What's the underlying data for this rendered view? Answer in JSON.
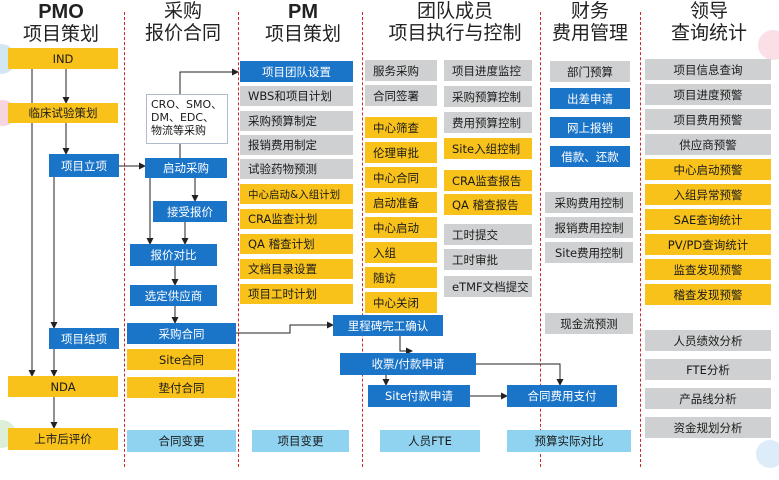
{
  "headers": {
    "pmo": {
      "line1": "PMO",
      "line2": "项目策划"
    },
    "procurement": {
      "line1": "采购",
      "line2": "报价合同"
    },
    "pm": {
      "line1": "PM",
      "line2": "项目策划"
    },
    "team": {
      "line1": "团队成员",
      "line2": "项目执行与控制"
    },
    "finance": {
      "line1": "财务",
      "line2": "费用管理"
    },
    "leader": {
      "line1": "领导",
      "line2": "查询统计"
    }
  },
  "pmo": {
    "ind": "IND",
    "clinical_planning": "临床试验策划",
    "project_setup": "项目立项",
    "project_closing": "项目结项",
    "nda": "NDA",
    "post_market": "上市后评价"
  },
  "procurement": {
    "note": "CRO、SMO、DM、EDC、物流等采购",
    "start_procurement": "启动采购",
    "accept_quote": "接受报价",
    "quote_compare": "报价对比",
    "select_supplier": "选定供应商",
    "procurement_contract": "采购合同",
    "site_contract": "Site合同",
    "advance_contract": "垫付合同",
    "contract_change": "合同变更"
  },
  "pm": {
    "team_setup": "项目团队设置",
    "wbs_plan": "WBS和项目计划",
    "proc_budget": "采购预算制定",
    "reimb_cost": "报销费用制定",
    "drug_forecast": "试验药物预测",
    "center_startup_plan": "中心启动&入组计划",
    "cra_plan": "CRA监查计划",
    "qa_plan": "QA 稽查计划",
    "doc_catalog": "文档目录设置",
    "timesheet_plan": "项目工时计划",
    "project_change": "项目变更"
  },
  "team": {
    "service_proc": "服务采购",
    "contract_sign": "合同签署",
    "center_screening": "中心筛查",
    "ethics_review": "伦理审批",
    "center_contract": "中心合同",
    "startup_prep": "启动准备",
    "center_startup": "中心启动",
    "enrollment": "入组",
    "follow_up": "随访",
    "center_close": "中心关闭",
    "progress_monitor": "项目进度监控",
    "proc_budget_ctrl": "采购预算控制",
    "cost_budget_ctrl": "费用预算控制",
    "site_enroll_ctrl": "Site入组控制",
    "cra_report": "CRA监查报告",
    "qa_report": "QA  稽查报告",
    "timesheet_submit": "工时提交",
    "timesheet_approve": "工时审批",
    "etmf_submit": "eTMF文档提交",
    "milestone_confirm": "里程碑完工确认",
    "pay_request": "收票/付款申请",
    "site_pay_request": "Site付款申请",
    "contract_payment": "合同费用支付",
    "staff_fte": "人员FTE"
  },
  "finance": {
    "dept_budget": "部门预算",
    "travel_request": "出差申请",
    "online_reimb": "网上报销",
    "loan_repay": "借款、还款",
    "proc_cost_ctrl": "采购费用控制",
    "reimb_cost_ctrl": "报销费用控制",
    "site_cost_ctrl": "Site费用控制",
    "cashflow_forecast": "现金流预测",
    "budget_vs_actual": "预算实际对比"
  },
  "leader": {
    "info_query": "项目信息查询",
    "progress_alert": "项目进度预警",
    "cost_alert": "项目费用预警",
    "supplier_alert": "供应商预警",
    "center_startup_alert": "中心启动预警",
    "enroll_anomaly_alert": "入组异常预警",
    "sae_stats": "SAE查询统计",
    "pv_pd_stats": "PV/PD查询统计",
    "monitor_alert": "监查发现预警",
    "audit_alert": "稽查发现预警",
    "staff_performance": "人员绩效分析",
    "fte_analysis": "FTE分析",
    "product_line": "产品线分析",
    "capital_planning": "资金规划分析"
  },
  "colors": {
    "yellow": "#f8c21b",
    "blue": "#1a74c8",
    "gray": "#cfd0d1",
    "light_blue": "#8fd3f0",
    "separator": "#d2262b"
  }
}
